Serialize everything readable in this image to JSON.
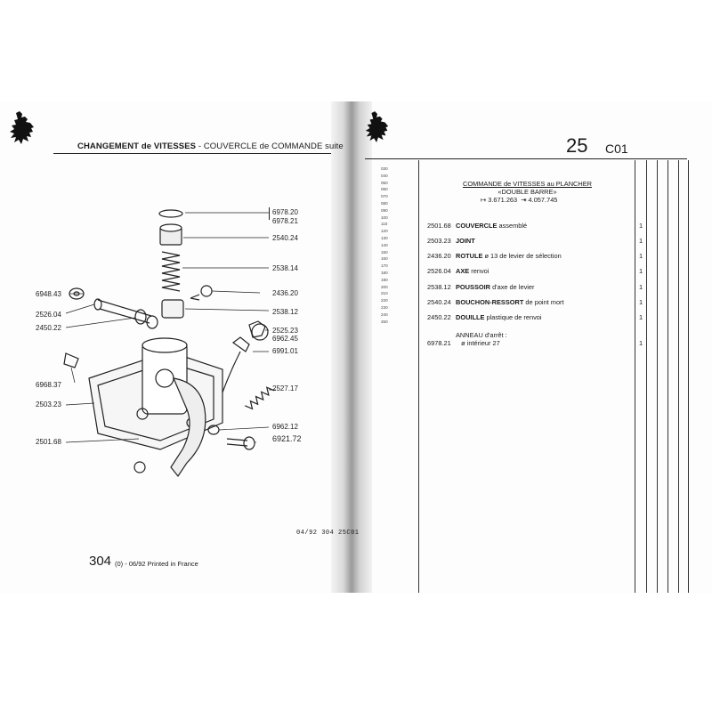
{
  "left_page": {
    "title_bold_1": "CHANGEMENT de VITESSES",
    "title_rest": " - COUVERCLE de COMMANDE suite",
    "callouts_right": [
      "6978.20",
      "6978.21",
      "2540.24",
      "2538.14",
      "2436.20",
      "2538.12",
      "2525.23",
      "6962.45",
      "6991.01",
      "2527.17",
      "6962.12",
      "6921.72"
    ],
    "callouts_left": [
      "6948.43",
      "2526.04",
      "2450.22",
      "6968.37",
      "2503.23",
      "2501.68"
    ],
    "footer_code": "04/92  304  25C01",
    "page_number": "304",
    "page_note": "(0) - 06/92 Printed in France"
  },
  "right_page": {
    "section_number": "25",
    "section_code": "C01",
    "line_numbers": [
      "030",
      "040",
      "050",
      "060",
      "070",
      "080",
      "090",
      "100",
      "110",
      "120",
      "130",
      "140",
      "150",
      "160",
      "170",
      "180",
      "190",
      "200",
      "210",
      "220",
      "230",
      "240",
      "250"
    ],
    "header_line1": "COMMANDE de VITESSES au PLANCHER",
    "header_line2": "«DOUBLE BARRE»",
    "range_from": "3.671.263",
    "range_to": "4.057.745",
    "parts": [
      {
        "ref": "2501.68",
        "name": "COUVERCLE",
        "desc": " assemblé",
        "qty": "1"
      },
      {
        "ref": "2503.23",
        "name": "JOINT",
        "desc": "",
        "qty": "1"
      },
      {
        "ref": "2436.20",
        "name": "ROTULE",
        "desc": "  ø  13 de levier de sélection",
        "qty": "1"
      },
      {
        "ref": "2526.04",
        "name": "AXE",
        "desc": " renvoi",
        "qty": "1"
      },
      {
        "ref": "2538.12",
        "name": "POUSSOIR",
        "desc": " d'axe de levier",
        "qty": "1"
      },
      {
        "ref": "2540.24",
        "name": "BOUCHON-RESSORT",
        "desc": " de point mort",
        "qty": "1"
      },
      {
        "ref": "2450.22",
        "name": "DOUILLE",
        "desc": " plastique de renvoi",
        "qty": "1"
      }
    ],
    "sub_header": "ANNEAU d'arrêt :",
    "sub_ref": "6978.21",
    "sub_desc": "ø  intérieur 27",
    "sub_qty": "1"
  }
}
